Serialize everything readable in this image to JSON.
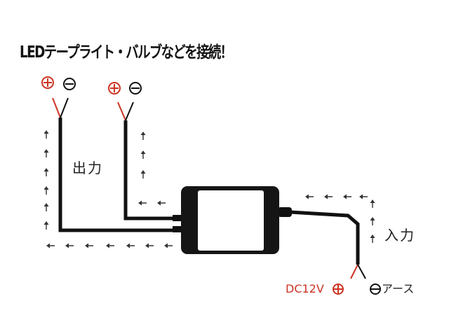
{
  "diagram": {
    "headline": "LEDテープライト・バルブなどを接続！",
    "output_label": "出力",
    "input_label": "入力",
    "supply_label": "DC12V",
    "ground_label": "アース",
    "plus_symbol": "⊕",
    "minus_symbol": "⊖"
  },
  "colors": {
    "wire": "#111111",
    "positive": "#cc3322",
    "arrow": "#333333",
    "module_border": "#151515",
    "module_face": "#ffffff"
  }
}
